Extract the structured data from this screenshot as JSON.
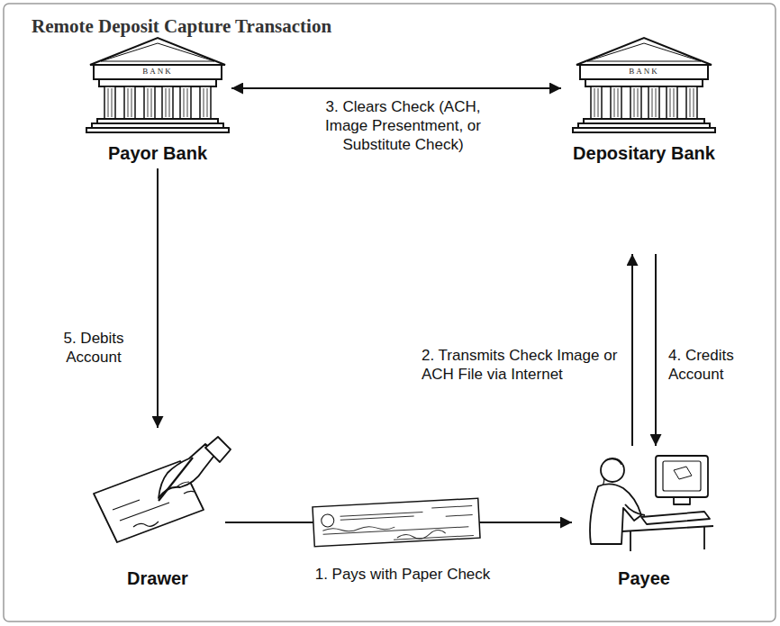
{
  "diagram": {
    "title": "Remote Deposit Capture Transaction",
    "nodes": [
      {
        "text": [
          "Payor Bank"
        ]
      },
      {
        "text": [
          "Depositary Bank"
        ]
      },
      {
        "text": [
          "Drawer"
        ]
      },
      {
        "text": [
          "Payee"
        ]
      }
    ],
    "edges": [
      {
        "from": 2,
        "to": 3,
        "arrow": "to",
        "label": "1. Pays with Paper Check"
      },
      {
        "from": 3,
        "to": 1,
        "arrow": "to",
        "label": "2. Transmits Check Image or ACH File via Internet"
      },
      {
        "from": 0,
        "to": 1,
        "arrow": "both",
        "label": "3. Clears Check (ACH, Image Presentment, or Substitute Check)"
      },
      {
        "from": 1,
        "to": 3,
        "arrow": "to",
        "label": "4. Credits Account"
      },
      {
        "from": 0,
        "to": 2,
        "arrow": "to",
        "label": "5. Debits Account"
      }
    ],
    "labels": [
      "BANK",
      "BANK"
    ]
  }
}
